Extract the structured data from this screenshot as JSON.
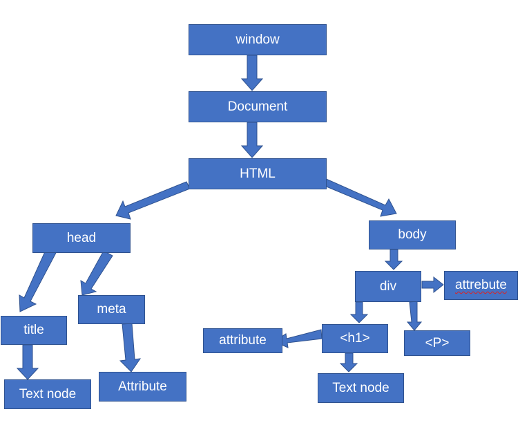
{
  "nodes": {
    "window": "window",
    "document": "Document",
    "html": "HTML",
    "head": "head",
    "body": "body",
    "title": "title",
    "meta": "meta",
    "head_text_node": "Text node",
    "meta_attribute": "Attribute",
    "div": "div",
    "div_attribute": "attrebute",
    "h1": "<h1>",
    "p": "<P>",
    "h1_attribute": "attribute",
    "h1_text_node": "Text node"
  },
  "colors": {
    "fill": "#4472c4",
    "border": "#2f528f",
    "text": "#ffffff",
    "misspelling_underline": "#e02020"
  }
}
